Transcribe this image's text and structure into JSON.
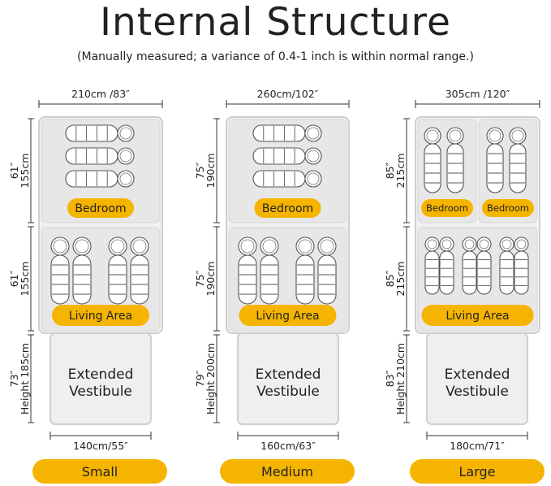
{
  "title": "Internal Structure",
  "subtitle": "(Manually measured; a variance of 0.4-1 inch is within normal range.)",
  "colors": {
    "accent": "#f5b400",
    "panel": "#e7e7e7",
    "panel_border": "#cfcfcf",
    "line": "#333333"
  },
  "tents": [
    {
      "size_label": "Small",
      "top_width": "210cm /83″",
      "bottom_width": "140cm/55″",
      "bedroom": {
        "label": "Bedroom",
        "inch": "61″",
        "cm": "155cm"
      },
      "living": {
        "label": "Living Area",
        "inch": "61″",
        "cm": "155cm"
      },
      "vestibule": {
        "label_line1": "Extended",
        "label_line2": "Vestibule",
        "inch": "73″",
        "cm": "Height 185cm"
      }
    },
    {
      "size_label": "Medium",
      "top_width": "260cm/102″",
      "bottom_width": "160cm/63″",
      "bedroom": {
        "label": "Bedroom",
        "inch": "75″",
        "cm": "190cm"
      },
      "living": {
        "label": "Living Area",
        "inch": "75″",
        "cm": "190cm"
      },
      "vestibule": {
        "label_line1": "Extended",
        "label_line2": "Vestibule",
        "inch": "79″",
        "cm": "Height 200cm"
      }
    },
    {
      "size_label": "Large",
      "top_width": "305cm /120″",
      "bottom_width": "180cm/71″",
      "bedroom": {
        "label": "Bedroom",
        "label2": "Bedroom",
        "inch": "85″",
        "cm": "215cm"
      },
      "living": {
        "label": "Living Area",
        "inch": "85″",
        "cm": "215cm"
      },
      "vestibule": {
        "label_line1": "Extended",
        "label_line2": "Vestibule",
        "inch": "83″",
        "cm": "Height 210cm"
      }
    }
  ]
}
